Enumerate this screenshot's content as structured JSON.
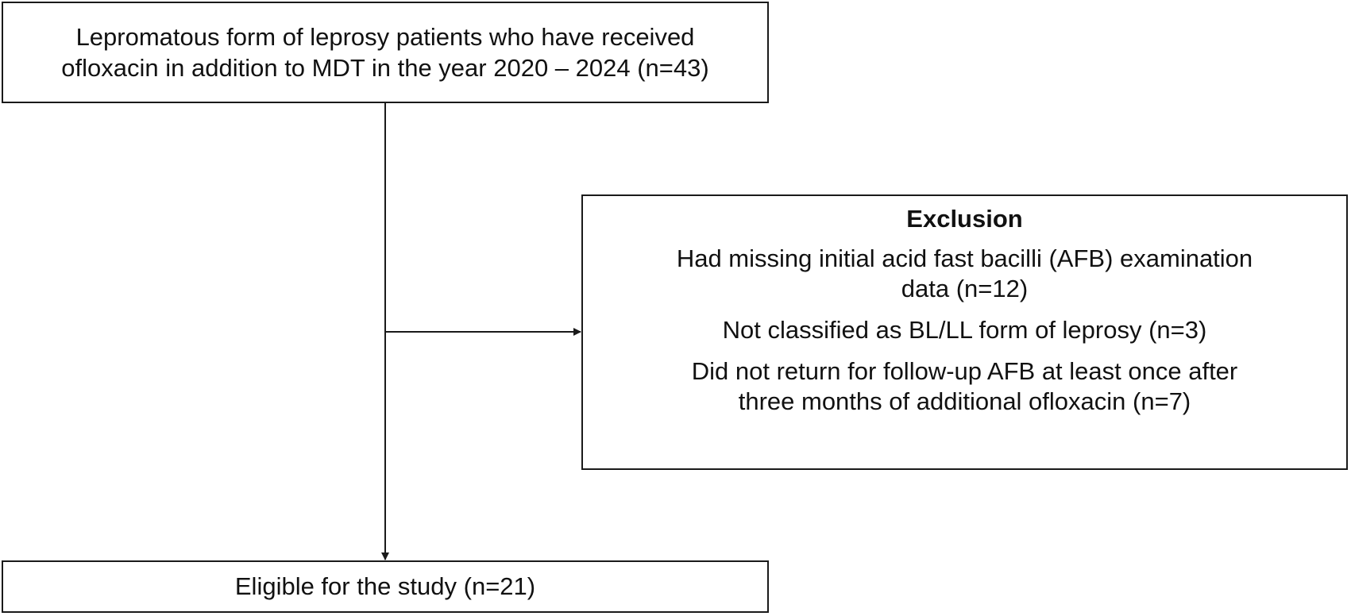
{
  "flowchart": {
    "top_box": {
      "line1": "Lepromatous form of leprosy patients who have received",
      "line2": "ofloxacin in addition to MDT in the year 2020 – 2024 (n=43)"
    },
    "exclusion_box": {
      "heading": "Exclusion",
      "items": [
        {
          "line1": "Had missing initial acid fast bacilli (AFB) examination",
          "line2": "data (n=12)"
        },
        {
          "line1": "Not classified as BL/LL form of leprosy (n=3)"
        },
        {
          "line1": "Did not return for follow-up AFB at least once after",
          "line2": "three months of additional ofloxacin (n=7)"
        }
      ]
    },
    "bottom_box": {
      "text": "Eligible for the study (n=21)"
    }
  }
}
